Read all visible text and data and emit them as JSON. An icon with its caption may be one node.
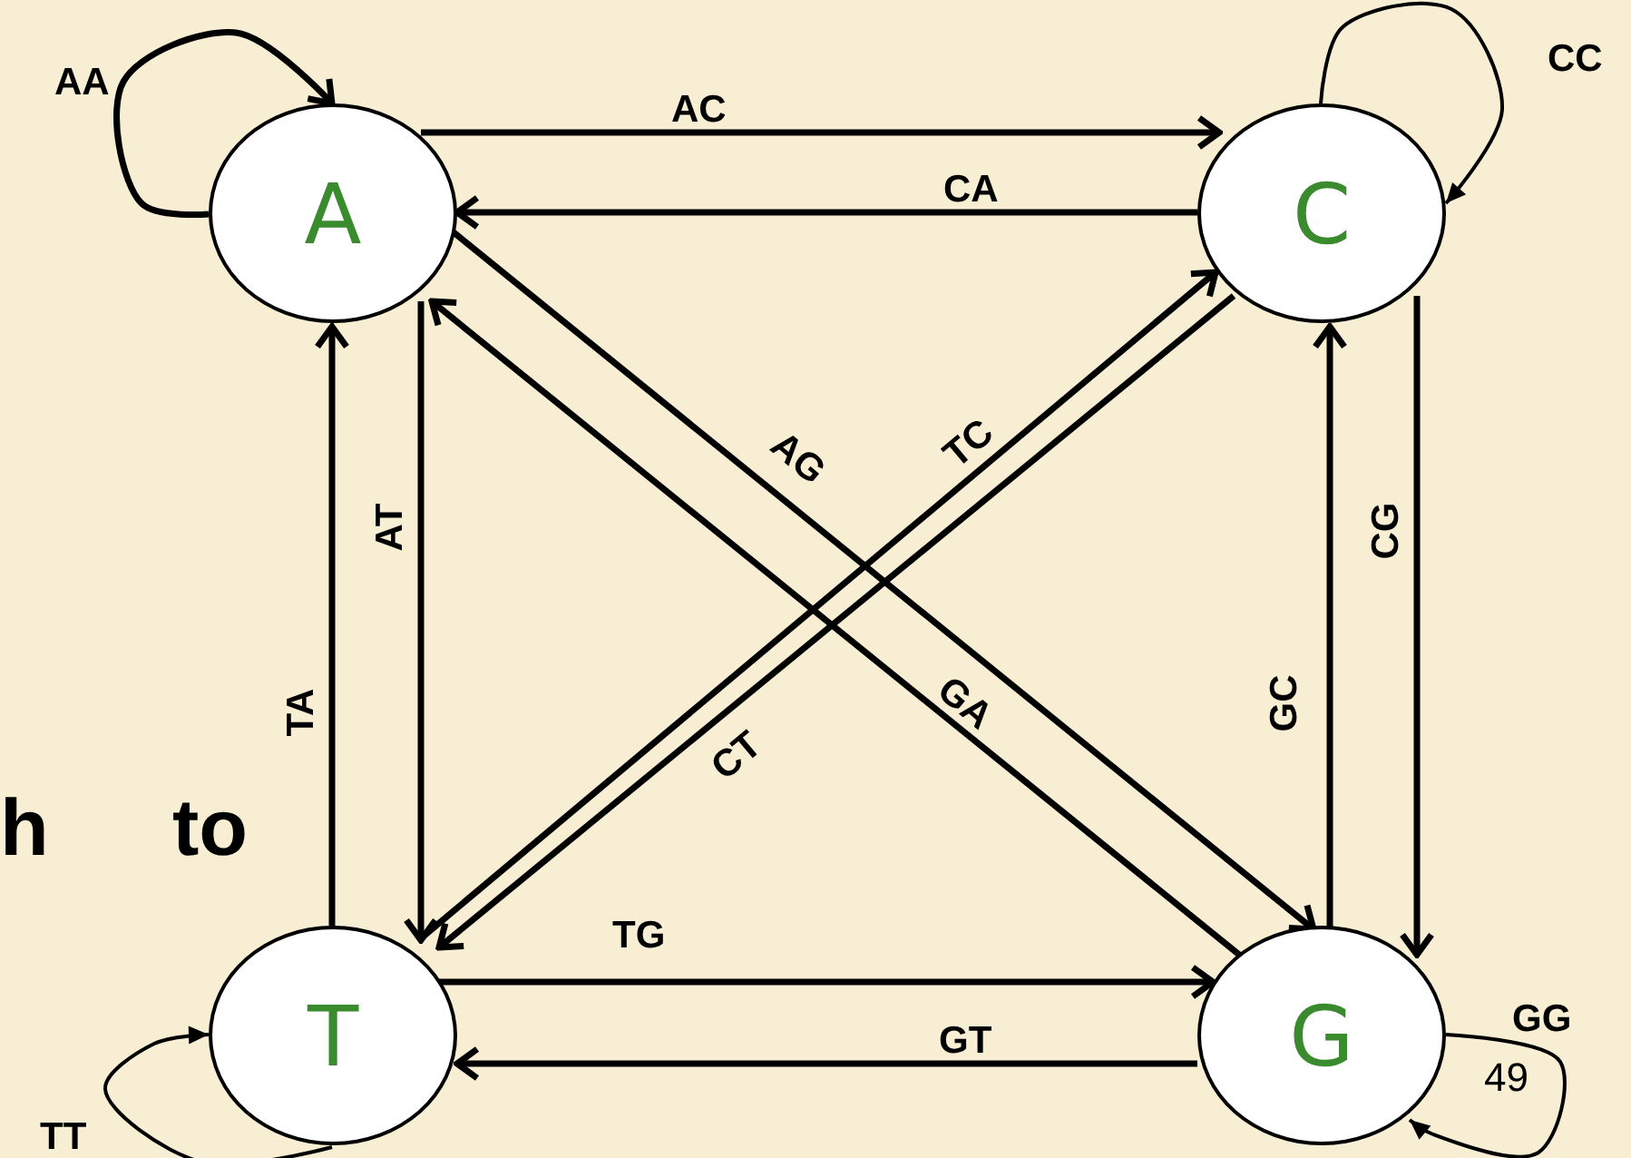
{
  "diagram": {
    "nodes": [
      {
        "text": [
          "A"
        ]
      },
      {
        "text": [
          "C"
        ]
      },
      {
        "text": [
          "T"
        ]
      },
      {
        "text": [
          "G"
        ]
      }
    ],
    "edges": [
      {
        "from": 0,
        "to": 0,
        "arrow": "to",
        "label": "AA"
      },
      {
        "from": 0,
        "to": 1,
        "arrow": "to",
        "label": "AC"
      },
      {
        "from": 1,
        "to": 0,
        "arrow": "to",
        "label": "CA"
      },
      {
        "from": 1,
        "to": 1,
        "arrow": "to",
        "label": "CC"
      },
      {
        "from": 0,
        "to": 2,
        "arrow": "to",
        "label": "AT"
      },
      {
        "from": 2,
        "to": 0,
        "arrow": "to",
        "label": "TA"
      },
      {
        "from": 0,
        "to": 3,
        "arrow": "to",
        "label": "AG"
      },
      {
        "from": 3,
        "to": 0,
        "arrow": "to",
        "label": "GA"
      },
      {
        "from": 2,
        "to": 1,
        "arrow": "to",
        "label": "TC"
      },
      {
        "from": 1,
        "to": 2,
        "arrow": "to",
        "label": "CT"
      },
      {
        "from": 1,
        "to": 3,
        "arrow": "to",
        "label": "CG"
      },
      {
        "from": 3,
        "to": 1,
        "arrow": "to",
        "label": "GC"
      },
      {
        "from": 2,
        "to": 3,
        "arrow": "to",
        "label": "TG"
      },
      {
        "from": 3,
        "to": 2,
        "arrow": "to",
        "label": "GT"
      },
      {
        "from": 3,
        "to": 3,
        "arrow": "to",
        "label": "GG"
      },
      {
        "from": 2,
        "to": 2,
        "arrow": "to",
        "label": "TT"
      }
    ],
    "labels": [
      "h",
      "to",
      "49"
    ]
  }
}
